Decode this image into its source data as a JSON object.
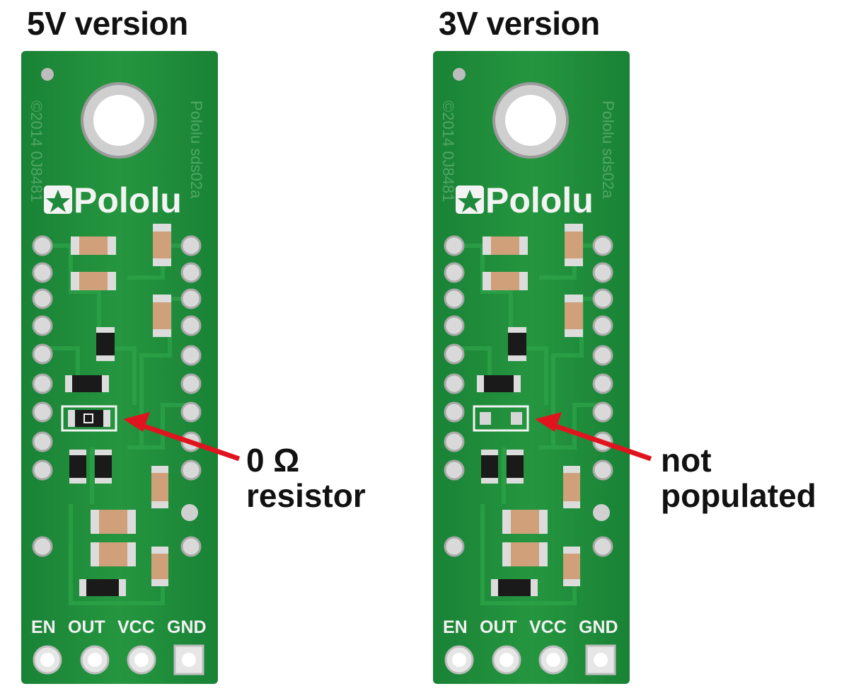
{
  "boards": [
    {
      "title": "5V version",
      "logo": "Pololu",
      "silk_side": "Pololu sds02a",
      "silk_copyright": "©2014 0J8481",
      "pins": [
        "EN",
        "OUT",
        "VCC",
        "GND"
      ],
      "resistor_populated": true,
      "callout_lines": [
        "0 Ω",
        "resistor"
      ]
    },
    {
      "title": "3V version",
      "logo": "Pololu",
      "silk_side": "Pololu sds02a",
      "silk_copyright": "©2014 0J8481",
      "pins": [
        "EN",
        "OUT",
        "VCC",
        "GND"
      ],
      "resistor_populated": false,
      "callout_lines": [
        "not",
        "populated"
      ]
    }
  ],
  "colors": {
    "pcb": "#1f8a3c",
    "pcb_dark": "#15702f",
    "silk": "#f3f3f3",
    "arrow": "#e0141e",
    "text": "#111111"
  },
  "icons": {
    "logo_mark": "pololu-star-icon",
    "arrow": "red-arrow-icon"
  }
}
